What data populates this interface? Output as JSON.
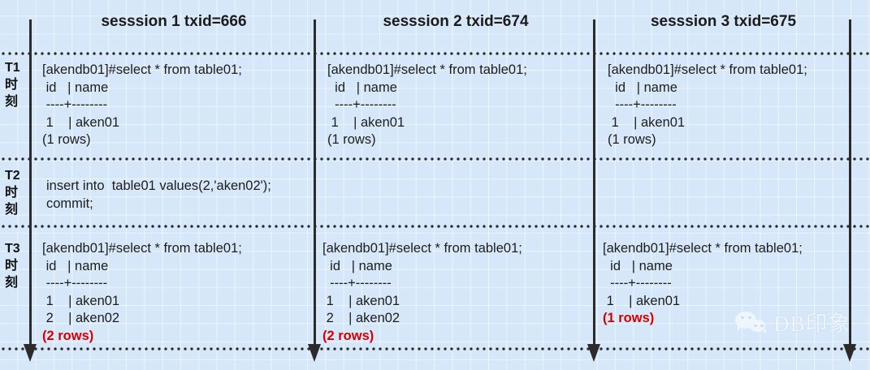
{
  "diagram": {
    "title_row": {
      "columns": [
        {
          "label": "sesssion 1 txid=666"
        },
        {
          "label": "sesssion 2 txid=674"
        },
        {
          "label": "sesssion 3 txid=675"
        }
      ]
    },
    "time_rows": [
      {
        "id": "T1",
        "tag": "T1",
        "cn": "时刻"
      },
      {
        "id": "T2",
        "tag": "T2",
        "cn": "时刻"
      },
      {
        "id": "T3",
        "tag": "T3",
        "cn": "时刻"
      }
    ],
    "cells": {
      "t1_s1": {
        "lines": [
          "[akendb01]#select * from table01;",
          " id   | name",
          " ----+--------",
          " 1    | aken01",
          "(1 rows)"
        ],
        "rowcount": "",
        "rowcount_color": "#d40000"
      },
      "t1_s2": {
        "lines": [
          "[akendb01]#select * from table01;",
          "  id   | name",
          "  ----+--------",
          " 1    | aken01",
          "(1 rows)"
        ],
        "rowcount": ""
      },
      "t1_s3": {
        "lines": [
          "[akendb01]#select * from table01;",
          "  id   | name",
          "  ----+--------",
          " 1    | aken01",
          "(1 rows)"
        ],
        "rowcount": ""
      },
      "t2_s1": {
        "lines": [
          "insert into  table01 values(2,'aken02');",
          "commit;"
        ],
        "rowcount": ""
      },
      "t3_s1": {
        "lines": [
          "[akendb01]#select * from table01;",
          " id   | name",
          " ----+--------",
          " 1    | aken01",
          " 2    | aken02"
        ],
        "rowcount": "(2 rows)"
      },
      "t3_s2": {
        "lines": [
          "[akendb01]#select * from table01;",
          "  id   | name",
          "  ----+--------",
          " 1    | aken01",
          " 2    | aken02"
        ],
        "rowcount": "(2 rows)"
      },
      "t3_s3": {
        "lines": [
          "[akendb01]#select * from table01;",
          "  id   | name",
          "  ----+--------",
          " 1    | aken01"
        ],
        "rowcount": "(1 rows)"
      }
    },
    "watermark": {
      "text": "DB印象",
      "logo": "wechat-icon"
    },
    "colors": {
      "background": "#d5e7f9",
      "axis": "#2b2b2b",
      "text": "#1d1d1d",
      "highlight": "#d40000"
    }
  }
}
